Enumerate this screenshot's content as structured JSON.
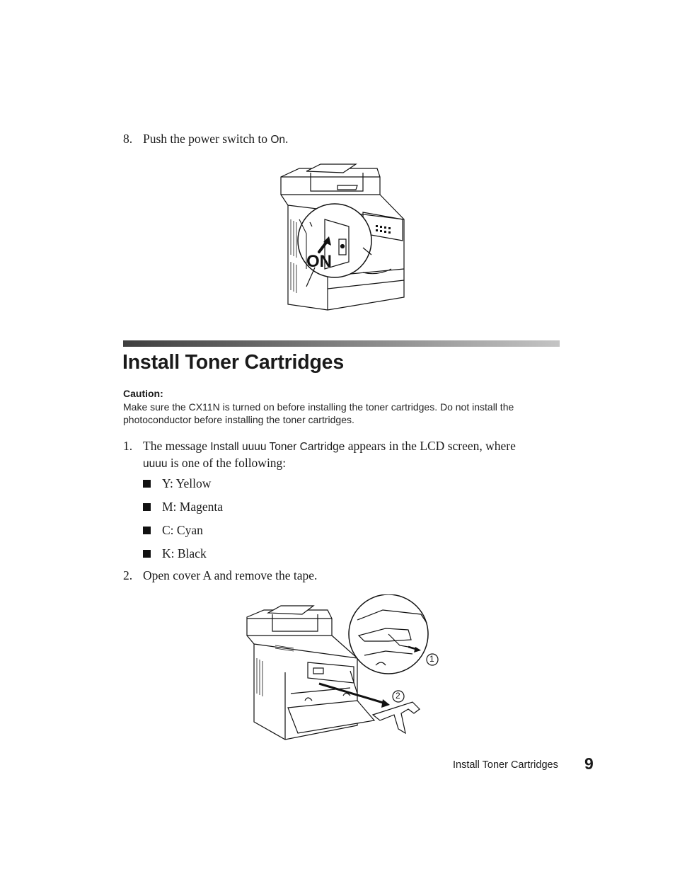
{
  "step8": {
    "number": "8.",
    "text_before": "Push the power switch to ",
    "ui_text": "On",
    "text_after": "."
  },
  "figure1": {
    "callout_label": "ON"
  },
  "section": {
    "title": "Install Toner Cartridges"
  },
  "caution": {
    "title": "Caution:",
    "body": "Make sure the CX11N is turned on before installing the toner cartridges. Do not install the photoconductor before installing the toner cartridges."
  },
  "step1": {
    "number": "1.",
    "text_a": "The message ",
    "ui_message": "Install uuuu Toner Cartridge",
    "text_b": " appears in the LCD screen, where",
    "ui_var": "uuuu",
    "text_c": " is one of the following:"
  },
  "colors_list": [
    "Y: Yellow",
    "M: Magenta",
    "C: Cyan",
    "K: Black"
  ],
  "step2": {
    "number": "2.",
    "text": "Open cover A and remove the tape."
  },
  "figure2": {
    "callout_1": "1",
    "callout_2": "2"
  },
  "footer": {
    "section_name": "Install Toner Cartridges",
    "page_number": "9"
  }
}
